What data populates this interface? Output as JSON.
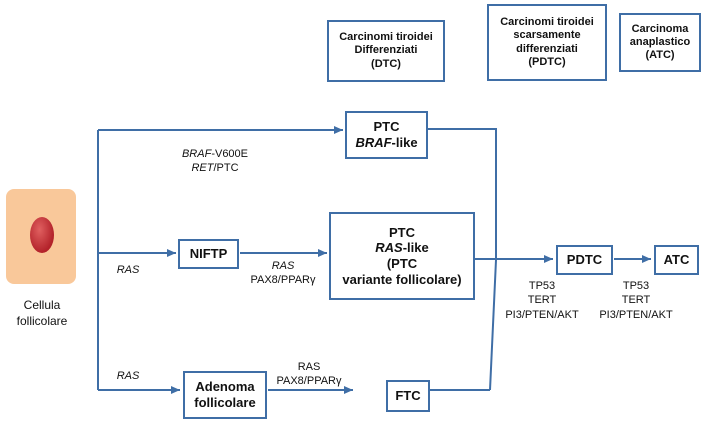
{
  "colors": {
    "line": "#3f6ea6",
    "cell": "#f9c89a",
    "nucleus": "#b3222a"
  },
  "headers": {
    "dtc": [
      "Carcinomi tiroidei",
      "Differenziati",
      "(DTC)"
    ],
    "pdtc": [
      "Carcinomi tiroidei",
      "scarsamente",
      "differenziati",
      "(PDTC)"
    ],
    "atc": [
      "Carcinoma",
      "anaplastico",
      "(ATC)"
    ]
  },
  "cell_label": [
    "Cellula",
    "follicolare"
  ],
  "nodes": {
    "ptc_braf": {
      "line1": "PTC",
      "line2_italic": "BRAF",
      "line2_rest": "-like"
    },
    "niftp": "NIFTP",
    "ptc_ras": {
      "line1": "PTC",
      "line2_italic": "RAS",
      "line2_rest": "-like",
      "line3": "(PTC",
      "line4": "variante follicolare)"
    },
    "pdtc": "PDTC",
    "atc": "ATC",
    "adenoma": [
      "Adenoma",
      "follicolare"
    ],
    "ftc": "FTC"
  },
  "labels": {
    "braf_italic": "BRAF",
    "braf_rest": "-V600E",
    "ret_italic": "RET",
    "ret_rest": "/PTC",
    "ras_mid": "RAS",
    "ras_low": "RAS",
    "niftp_ras": "RAS",
    "niftp_pax8": "PAX8/PPARγ",
    "adenoma_ras": "RAS",
    "adenoma_pax8": "PAX8/PPARγ",
    "pdtc_muts": [
      "TP53",
      "TERT",
      "PI3/PTEN/AKT"
    ],
    "atc_muts": [
      "TP53",
      "TERT",
      "PI3/PTEN/AKT"
    ]
  }
}
